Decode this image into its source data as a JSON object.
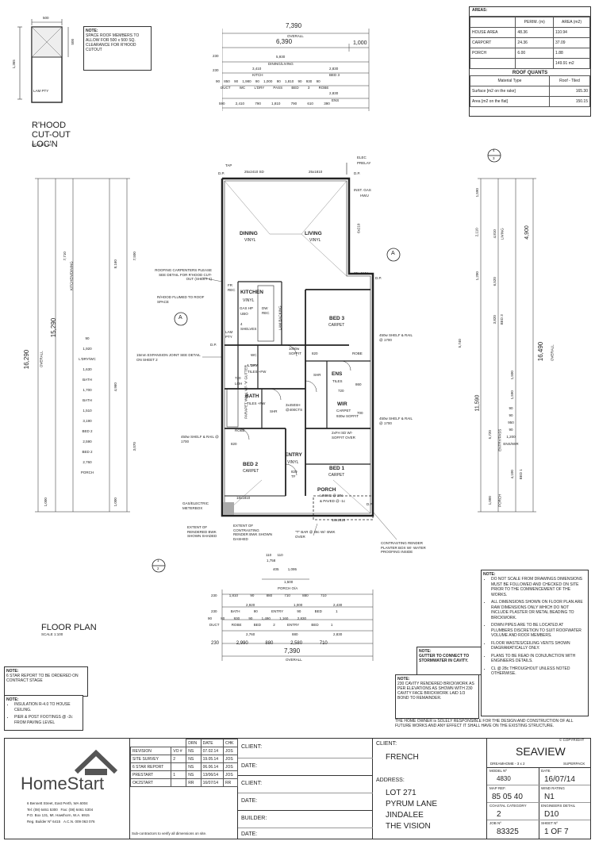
{
  "roof_note": {
    "heading": "NOTE:",
    "text": "SPACE ROOF MEMBERS TO ALLOW FOR 500 x 500 SQ. CLEARANCE FOR R'HOOD CUTOUT"
  },
  "rhood_detail": {
    "title_line1": "R'HOOD",
    "title_line2": "CUT-OUT LOC'N",
    "scale": "SCALE 1:50",
    "dim_top": "500",
    "dim_side": "500",
    "dim_left": "1,365",
    "label": "LAM PTY"
  },
  "areas_table": {
    "title": "AREAS:",
    "col_perim": "PERIM. (m)",
    "col_area": "AREA (m2)",
    "rows": [
      {
        "name": "HOUSE AREA",
        "perim": "48.36",
        "area": "110.94"
      },
      {
        "name": "CARPORT",
        "perim": "24.36",
        "area": "37.09"
      },
      {
        "name": "PORCH",
        "perim": "6.00",
        "area": "1.88"
      }
    ],
    "total": "149.91 m2",
    "roof_title": "ROOF QUANTS",
    "roof_rows": [
      {
        "label": "Material Type",
        "value": "Roof - Tiled"
      },
      {
        "label": "Surface [m2 on the rake]",
        "value": "165.30"
      },
      {
        "label": "Area [m2 on the flat]",
        "value": "150.15"
      }
    ]
  },
  "top_dims": {
    "overall_a": "7,390",
    "overall_a_lbl": "OVERALL",
    "d6390": "6,390",
    "d1000": "1,000",
    "d5930": "5,930",
    "dining_living": "DINING/LIVING",
    "d230a": "230",
    "d230b": "230",
    "d3410": "3,410",
    "kitch": "KITCH",
    "d2830": "2,830",
    "bed3": "BED 3",
    "row3": [
      "90",
      "850",
      "90",
      "1,980",
      "90",
      "1,000",
      "90",
      "1,810",
      "90",
      "930",
      "90"
    ],
    "row3_lbls": [
      "DUCT",
      "WC",
      "L'DRY",
      "PASS",
      "BED 3",
      "ROBE"
    ],
    "d2830b": "2,830",
    "ens": "ENS",
    "row5": [
      "590",
      "2,410",
      "790",
      "1,810",
      "790",
      "610",
      "390"
    ]
  },
  "bottom_dims": {
    "d110a": "110",
    "d110b": "110",
    "d1758": "1,758",
    "d405": "405",
    "d1095": "1,095",
    "d1500": "1,500",
    "porch_oa": "PORCH O/A",
    "row_a": [
      "230",
      "1,810",
      "90",
      "880",
      "710",
      "880",
      "710"
    ],
    "d2920": "2,920",
    "d1000": "1,000",
    "d2430": "2,430",
    "row_c": [
      "230",
      "BATH",
      "90",
      "ENTRY",
      "90",
      "BED 1"
    ],
    "row_d": [
      "90",
      "80",
      "930",
      "90",
      "1,490",
      "1,160",
      "2,830"
    ],
    "row_d_lbls": [
      "DUCT",
      "ROBE",
      "BED 2",
      "ENTRY",
      "BED 1"
    ],
    "d2760": "2,760",
    "d880": "880",
    "d2830": "2,830",
    "row_f": [
      "230",
      "2,990",
      "880",
      "2,580",
      "710"
    ],
    "overall": "7,390",
    "overall_lbl": "OVERALL"
  },
  "left_dims": {
    "overall": "16,290",
    "overall_lbl": "OVERALL",
    "d15290": "15,290",
    "d7710": "7,710",
    "kitchen_dining": "KITCHEN/DINING",
    "d7500": "7,500",
    "d8160": "8,160",
    "d4960": "4,960",
    "d3070": "3,070",
    "d1000a": "1,000",
    "d1000b": "1,000",
    "small": [
      "90",
      "1,920",
      "90",
      "1,630",
      "90",
      "1,700",
      "90",
      "1,510",
      "90",
      "3,190",
      "90",
      "2,590",
      "90",
      "2,760",
      "1,000"
    ],
    "small_lbls": [
      "L'DRY/WC",
      "BATH",
      "BATH",
      "BED 2",
      "BED 2",
      "PORCH"
    ]
  },
  "right_dims": {
    "d4900": "4,900",
    "d1590": "1,590",
    "d2110": "2,110",
    "d4810": "4,810",
    "living": "LIVING",
    "d1200": "1,200",
    "d6520": "6,520",
    "d5740": "5,740",
    "d3820": "3,820",
    "bed3": "BED 3",
    "overall": "16,490",
    "overall_lbl": "OVERALL",
    "d11590": "11,590",
    "d1500": "1,500",
    "d1590b": "1,590",
    "d5720": "5,720",
    "entry_pass": "ENTRY/PASS",
    "small": [
      "90",
      "90",
      "950",
      "90",
      "1,200"
    ],
    "ens_wir": "ENS/WIR",
    "d4100": "4,100",
    "bed1": "BED 1",
    "d1000": "1,000",
    "porch": "PORCH"
  },
  "plan": {
    "tap": "TAP",
    "elec": "ELEC",
    "prelay": "PRELAY",
    "dp": "D.P.",
    "w_25x2410": "25x2410 SD",
    "w_25x1810": "25x1810",
    "inst_gas": "INST. GAS",
    "hwu": "HWU",
    "w_6x210": "6x210",
    "w_25x610": "25x 610A",
    "dining": "DINING",
    "living": "LIVING",
    "vinyl": "VINYL",
    "roofing_note": "ROOFING CARPENTERS PLEASE SEE DETAIL FOR R'HOOD CUT-OUT (SHEET 1)",
    "rhood_note": "R/HOOD FLUMED TO ROOF SPACE",
    "kitchen": "KITCHEN",
    "fr_rec": "FR REC",
    "gas_hp": "GAS HP",
    "ubo": "UBO",
    "shelves": "4 SHELVES",
    "lam_pty": "LAM PTY",
    "ldry": "L'DRY",
    "tiles_fw": "TILES +FW",
    "dw_rec": "DW REC",
    "lam_backing": "LAM BACKING",
    "bed3": "BED 3",
    "carpet": "CARPET",
    "soffit": "1000w SOFFIT",
    "d820": "820",
    "wc": "WC",
    "shelf_rail_a": "450w SHELF & RAIL @ 1700",
    "robe": "ROBE",
    "shr": "SHR",
    "ens": "ENS",
    "tiles": "TILES",
    "expansion": "15mm EXPANSION JOINT SEE DETAIL ON SHEET 2",
    "parapet": "PARAPET WALL W/- 'V' GUTTER",
    "bath": "BATH",
    "tiles_fw2": "TILES +FW",
    "wir": "WIR",
    "carpet2": "CARPET",
    "soffit930": "930w SOFFIT",
    "shelf_rail_b": "450w SHELF & RAIL @ 1700",
    "shr2": "SHR",
    "cts": "3x450SH @400CTS",
    "sd_soffit": "2xFH SD W/- SOFFIT OVER",
    "shelf_rail_c": "450w SHELF & RAIL @ 1700",
    "bed2": "BED 2",
    "entry": "ENTRY",
    "vinyl2": "VINYL",
    "bed1": "BED 1",
    "porch": "PORCH",
    "lining": "LINING @ 28c",
    "paved": "& PAVED @ -1c",
    "tf": "820 TF",
    "w_18x1810a": "18x1810",
    "w_18x1810b": "18x1810",
    "meterbox": "GAS/ELECTRIC METERBOX",
    "ext_rendered": "EXTENT OF RENDERED BWK SHOWN SHADED",
    "ext_contrast": "EXTENT OF CONTRASTING RENDER BWK SHOWN DASHED",
    "tbar": "\"T\" BAR @ 28c W/- BWK OVER",
    "planter": "CONTRASTING RENDER PLANTER BOX W/- WATER PROOFING INSIDE",
    "section_a": "A",
    "sec_4_3_top": "4",
    "sec_4_3_bot": "3",
    "sec_1_2_top": "1",
    "sec_1_2_bot": "2",
    "r90": "R90",
    "r90b": "R90",
    "d720": "720",
    "loh": "LOH",
    "d860": "860",
    "d700": "700",
    "d820b": "820",
    "d720b": "720"
  },
  "floor_plan": {
    "title": "FLOOR PLAN",
    "scale": "SCALE 1:100"
  },
  "note_gutter": {
    "heading": "NOTE:",
    "text": "GUTTER TO CONNECT TO STORMWATER IN CAVITY."
  },
  "note_cavity": {
    "heading": "NOTE:",
    "text": "230 CAVITY RENDERED BRICKWORK AS PER ELEVATIONS AS SHOWN WITH 230 CAVITY FACE BRICKWORK LAID 1/3 BOND TO REMAINDER."
  },
  "notes_right": {
    "heading": "NOTE:",
    "items": [
      "DO NOT SCALE FROM DRAWINGS DIMENSIONS MUST BE FOLLOWED AND CHECKED ON SITE PRIOR TO THE COMMENCEMENT OF THE WORKS.",
      "ALL DIMENSIONS SHOWN ON FLOOR PLAN ARE RAW DIMENSIONS ONLY WHICH DO NOT INCLUDE PLASTER OR METAL BEADING TO BRICKWORK.",
      "DOWN PIPES ARE TO BE LOCATED AT PLUMBERS DISCRETION TO SUIT ROOFWATER VOLUME AND ROOF MEMBERS.",
      "FLOOR WASTES/CEILING VENTS SHOWN DIAGRAMATICALLY ONLY.",
      "PLANS TO BE READ IN CONJUNCTION WITH ENGINEERS DETAILS.",
      "CL @ 28c THROUGHOUT UNLESS NOTED OTHERWISE."
    ]
  },
  "note_star": {
    "heading": "NOTE:",
    "text": "6 STAR REPORT TO BE ORDERED ON CONTRACT STAGE"
  },
  "note_left_list": {
    "heading": "NOTE:",
    "items": [
      "INSULATION R-4.0 TO HOUSE CEILING.",
      "PIER & POST FOOTINGS @ -2c FROM PAVING LEVEL"
    ]
  },
  "owner_note": "THE HOME OWNER is SOLELY RESPONSIBLE FOR THE DESIGN AND CONSTRUCTION OF ALL FUTURE WORKS AND ANY EFFECT IT SHALL HAVE ON THE EXISTING STRUCTURE.",
  "copyright": "© COPYRIGHT",
  "company": {
    "name": "HomeStart",
    "address1": "6 Bennett Street, East Perth, WA 6004",
    "tel": "Tel: (08) 6461 5300",
    "fax": "Fax: (08) 6461 5304",
    "po": "P.O. Box 131, Mt. Hawthorn, W.A. 6915",
    "reg": "Reg. Builder Nº 6415",
    "acn": "A.C.N. 009 063 076"
  },
  "revisions": {
    "headers": [
      "REVISION",
      "VO #",
      "DRN",
      "DATE",
      "CHK"
    ],
    "rows": [
      {
        "rev": "SITE SURVEY",
        "vo": "2",
        "drn": "NS",
        "date": "19.05.14",
        "chk": "JOS"
      },
      {
        "rev": "6 STAR REPORT",
        "vo": "",
        "drn": "NS",
        "date": "06.06.14",
        "chk": "JOS"
      },
      {
        "rev": "PRESTART",
        "vo": "1",
        "drn": "NS",
        "date": "13/06/14",
        "chk": "JOS"
      },
      {
        "rev": "OK2START",
        "vo": "",
        "drn": "RR",
        "date": "16/07/14",
        "chk": "RR"
      }
    ],
    "first_row": {
      "drn": "NS",
      "date": "07.02.14",
      "chk": "JOS"
    },
    "footer": "Sub-contractors to verify all dimensions on site."
  },
  "signoff": {
    "client1": "CLIENT:",
    "date1": "DATE:",
    "client2": "CLIENT:",
    "date2": "DATE:",
    "builder": "BUILDER:",
    "date3": "DATE:"
  },
  "client": {
    "client_lbl": "CLIENT:",
    "client_name": "FRENCH",
    "address_lbl": "ADDRESS:",
    "address1": "LOT 271",
    "address2": "PYRUM LANE",
    "address3": "JINDALEE",
    "address4": "THE VISION"
  },
  "project": {
    "name": "SEAVIEW",
    "dreamhome": "DREAMHOME - 3 x 2",
    "superpack": "SUPERPACK",
    "model_lbl": "MODEL Nº",
    "model": "4830",
    "date_lbl": "DATE",
    "date": "16/07/14",
    "mapref_lbl": "MAP REF.",
    "mapref": "85 05 40",
    "wind_lbl": "WIND RATING",
    "wind": "N1",
    "coastal_lbl": "COASTAL CATEGORY",
    "coastal": "2",
    "eng_lbl": "ENGINEERS DETAIL",
    "eng": "D10",
    "job_lbl": "JOB Nº",
    "job": "83325",
    "sheet_lbl": "SHEET Nº",
    "sheet": "1 OF 7"
  }
}
